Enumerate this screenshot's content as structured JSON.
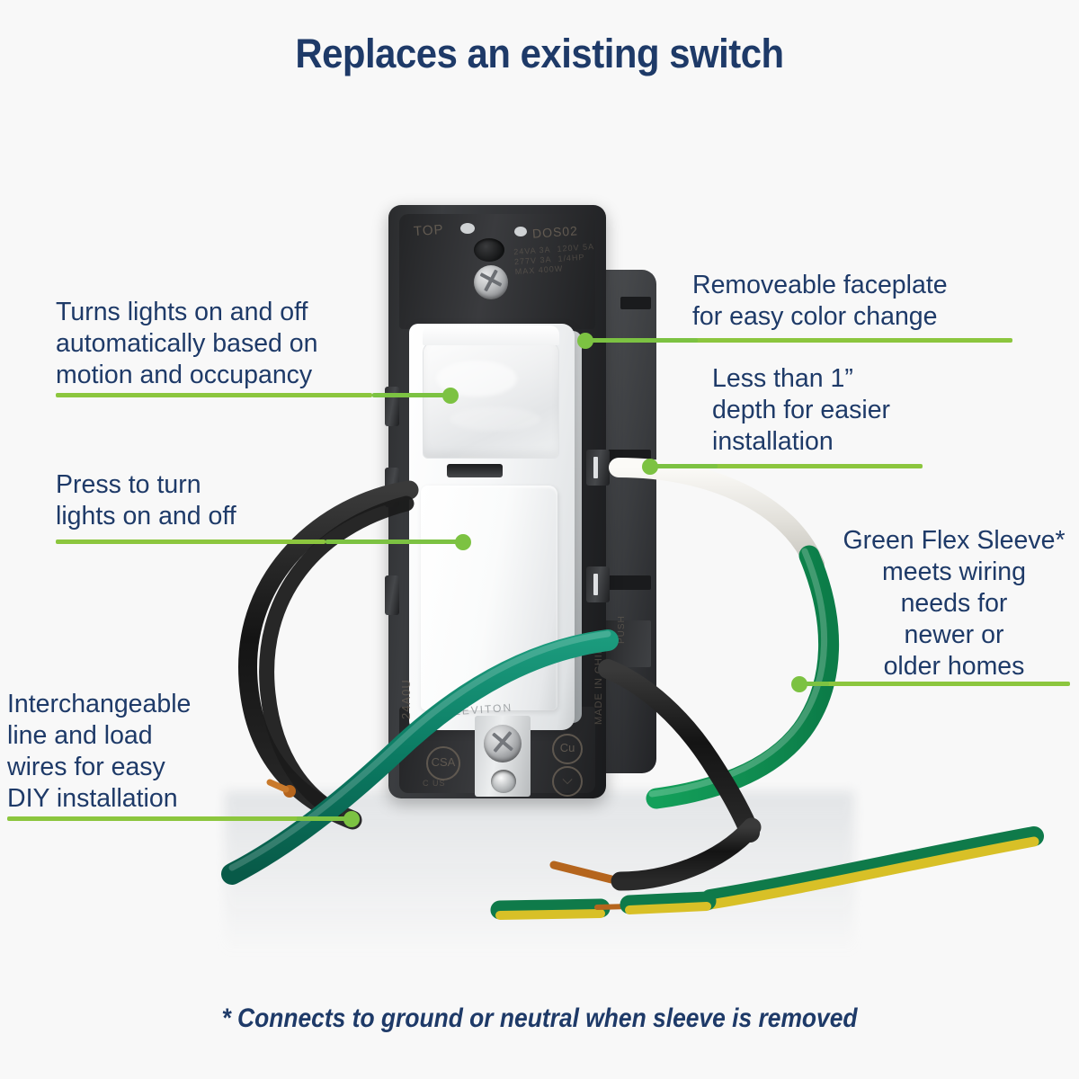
{
  "title": "Replaces an existing switch",
  "footnote": "* Connects to ground or neutral when sleeve is removed",
  "colors": {
    "text_navy": "#1e3a68",
    "callout_green": "#7cc242",
    "underline_green": "#8cc63e",
    "background": "#f8f8f8",
    "wire_black": "#151515",
    "wire_green": "#0f8a5f",
    "wire_green_sleeve": "#13a05a",
    "wire_white": "#e7e6e2",
    "wire_yellow_stripe": "#d8c027",
    "copper": "#b5651d"
  },
  "callouts": [
    {
      "id": "motion-occupancy",
      "text": "Turns lights on and off\nautomatically based on\nmotion and occupancy",
      "side": "left"
    },
    {
      "id": "press-to-turn",
      "text": "Press to turn\nlights on and off",
      "side": "left"
    },
    {
      "id": "interchangeable-wires",
      "text": "Interchangeable\nline and load\nwires for easy\nDIY installation",
      "side": "left"
    },
    {
      "id": "removeable-faceplate",
      "text": "Removeable faceplate\nfor easy color change",
      "side": "right"
    },
    {
      "id": "less-than-one-inch",
      "text": "Less than 1”\ndepth for easier\ninstallation",
      "side": "right"
    },
    {
      "id": "green-flex-sleeve",
      "text": "Green Flex Sleeve*\nmeets wiring\nneeds for\nnewer or\nolder homes",
      "side": "right"
    }
  ],
  "product": {
    "name": "occupancy-sensor-wall-switch",
    "brand": "LEVITON",
    "markings": {
      "top": "TOP",
      "model": "DOS02",
      "origin": "MADE IN CHINA",
      "conductor": "Cu",
      "rating": "24A0U",
      "cert": "CSA",
      "cert_sub": "C       US",
      "push_label": "PUSH"
    },
    "parts": [
      {
        "name": "sensor-lens",
        "label": "motion sensor lens"
      },
      {
        "name": "led-indicator",
        "label": "LED indicator slot"
      },
      {
        "name": "paddle-switch",
        "label": "press paddle"
      },
      {
        "name": "mounting-strap",
        "label": "mounting strap"
      },
      {
        "name": "faceplate",
        "label": "removeable faceplate"
      }
    ],
    "wires": [
      {
        "name": "black-line-wire",
        "color": "black"
      },
      {
        "name": "black-load-wire",
        "color": "black"
      },
      {
        "name": "green-ground-wire",
        "color": "green"
      },
      {
        "name": "white-neutral-wire",
        "color": "white"
      },
      {
        "name": "green-flex-sleeve-wire",
        "color": "green sleeve over white"
      },
      {
        "name": "green-yellow-ground-wire",
        "color": "green/yellow stripe"
      }
    ]
  }
}
